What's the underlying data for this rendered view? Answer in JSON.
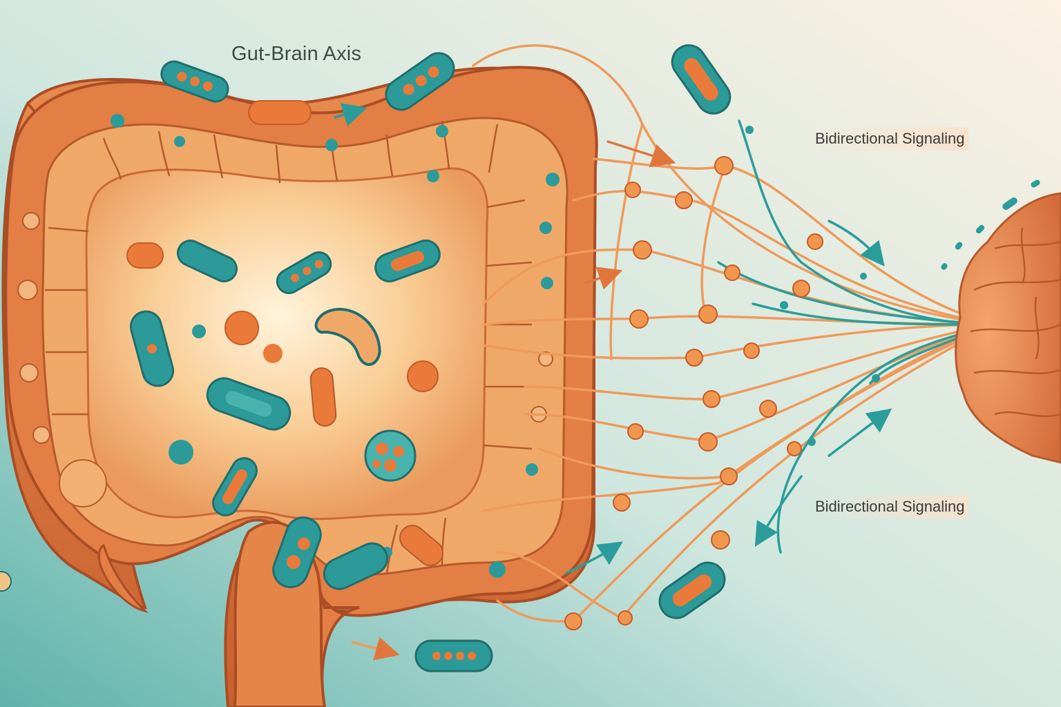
{
  "diagram": {
    "title": "Gut-Brain Axis",
    "labels": {
      "signaling_top": "Bidirectional Signaling",
      "signaling_bottom": "Bidirectional Signaling"
    }
  },
  "colors": {
    "background_left": "#6fbcb4",
    "background_right": "#fbf0e2",
    "gut_wall": "#d9743e",
    "gut_lumen": "#fbd9a8",
    "nerve_orange": "#ef9a5a",
    "nerve_teal": "#2a9d9a",
    "bacteria_teal": "#2c9a98",
    "bacteria_orange": "#ea7a3a",
    "brain": "#e58a54"
  }
}
